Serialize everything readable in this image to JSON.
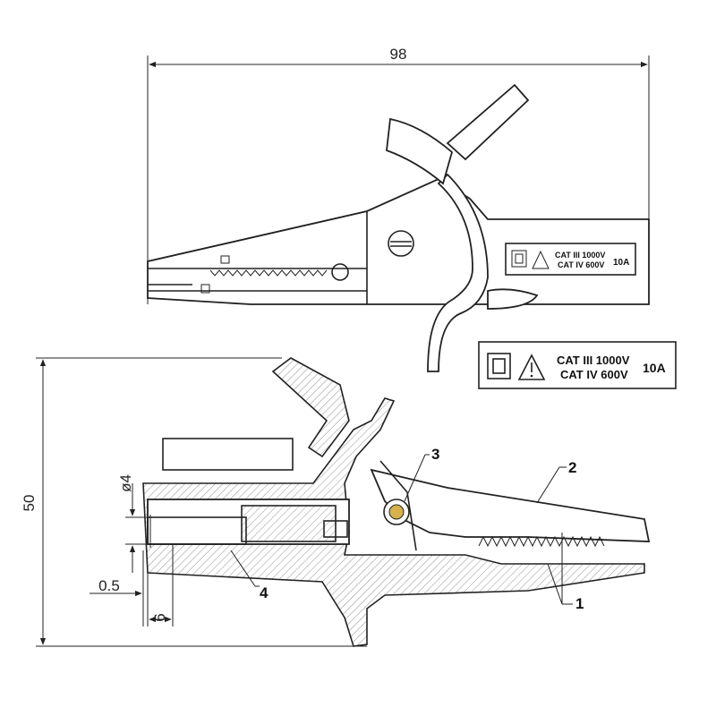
{
  "dimensions": {
    "length": "98",
    "height": "50",
    "hole_diameter": "ø4",
    "wall_offset": "0.5",
    "depth": "6"
  },
  "callouts": {
    "c1": "1",
    "c2": "2",
    "c3": "3",
    "c4": "4"
  },
  "rating_label": {
    "line1": "CAT III 1000V",
    "line2": "CAT IV 600V",
    "current": "10A",
    "icons": [
      "double-insulation-icon",
      "warning-triangle-icon"
    ]
  },
  "colors": {
    "line": "#222222",
    "background": "#ffffff"
  }
}
